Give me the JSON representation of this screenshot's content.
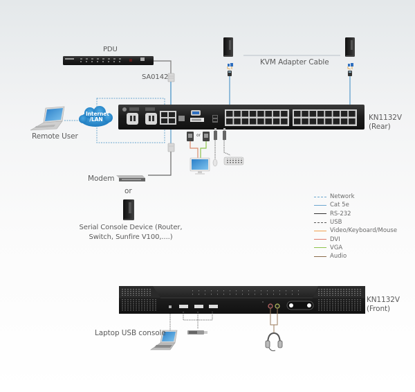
{
  "labels": {
    "pdu": "PDU",
    "sa0142": "SA0142",
    "kvm_adapter_cable": "KVM Adapter Cable",
    "remote_user": "Remote User",
    "internet_lan_line1": "Internet",
    "internet_lan_line2": "/LAN",
    "rear_model": "KN1132V",
    "rear_view": "(Rear)",
    "modem": "Modem",
    "or": "or",
    "video_or": "or",
    "serial_console_line1": "Serial Console Device (Router,",
    "serial_console_line2": "Switch, Sunfire V100,....)",
    "front_model": "KN1132V",
    "front_view": "(Front)",
    "laptop_usb_console": "Laptop USB console"
  },
  "legend": [
    {
      "label": "Network",
      "color": "#6aa6cf",
      "style": "dashed"
    },
    {
      "label": "Cat 5e",
      "color": "#6aa6cf",
      "style": "solid"
    },
    {
      "label": "RS-232",
      "color": "#333333",
      "style": "solid"
    },
    {
      "label": "USB",
      "color": "#555555",
      "style": "dashed"
    },
    {
      "label": "Video/Keyboard/Mouse",
      "color": "#f0a050",
      "style": "solid"
    },
    {
      "label": "DVI",
      "color": "#e07a6a",
      "style": "solid"
    },
    {
      "label": "VGA",
      "color": "#8cc24a",
      "style": "solid"
    },
    {
      "label": "Audio",
      "color": "#8a6a4a",
      "style": "solid"
    }
  ],
  "colors": {
    "network": "#6aa6cf",
    "cat5e": "#6aa6cf",
    "rs232": "#5a5a5a",
    "usb": "#666666",
    "dvi": "#d98a6a",
    "vga": "#8cc24a",
    "audio": "#9a7a5a",
    "device_body": "#1e1e1e",
    "cloud": "#2f8fd0"
  }
}
